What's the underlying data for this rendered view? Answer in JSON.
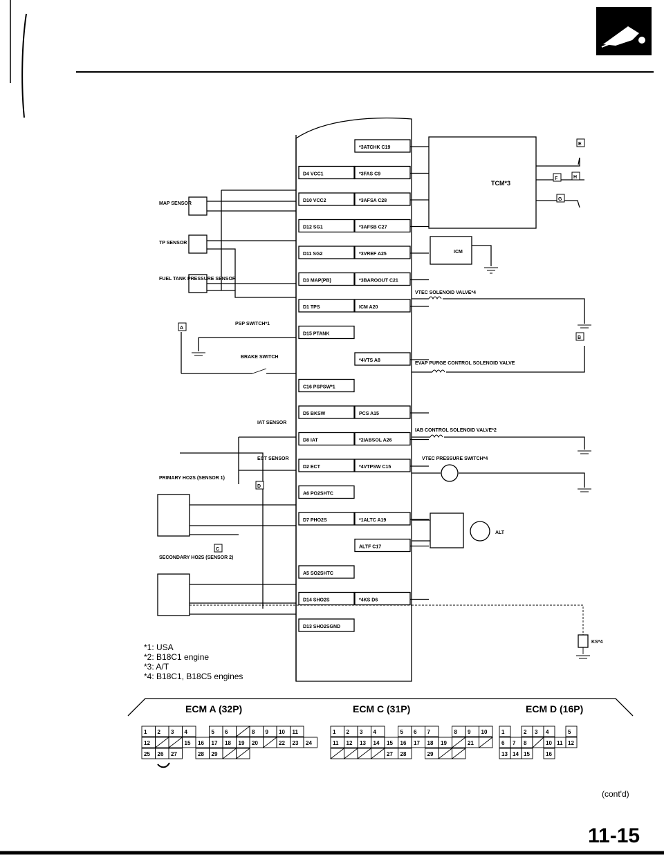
{
  "ecm_pins": [
    {
      "id": "atchk",
      "label": "*3ATCHK C19",
      "row": 0,
      "side": "right"
    },
    {
      "id": "d4",
      "label": "D4 VCC1",
      "row": 1,
      "side": "left"
    },
    {
      "id": "fas",
      "label": "*3FAS C9",
      "row": 1,
      "side": "right"
    },
    {
      "id": "d10",
      "label": "D10 VCC2",
      "row": 2,
      "side": "left"
    },
    {
      "id": "afsa",
      "label": "*3AFSA C28",
      "row": 2,
      "side": "right"
    },
    {
      "id": "d12",
      "label": "D12 SG1",
      "row": 3,
      "side": "left"
    },
    {
      "id": "afsb",
      "label": "*3AFSB C27",
      "row": 3,
      "side": "right"
    },
    {
      "id": "d11",
      "label": "D11 SG2",
      "row": 4,
      "side": "left"
    },
    {
      "id": "vref",
      "label": "*3VREF A25",
      "row": 4,
      "side": "right"
    },
    {
      "id": "d3",
      "label": "D3 MAP(PB)",
      "row": 5,
      "side": "left"
    },
    {
      "id": "baro",
      "label": "*3BAROOUT C21",
      "row": 5,
      "side": "right"
    },
    {
      "id": "d1",
      "label": "D1 TPS",
      "row": 6,
      "side": "left"
    },
    {
      "id": "icm",
      "label": "ICM A20",
      "row": 6,
      "side": "right"
    },
    {
      "id": "d15",
      "label": "D15 PTANK",
      "row": 7,
      "side": "left"
    },
    {
      "id": "vts",
      "label": "*4VTS A8",
      "row": 8,
      "side": "right"
    },
    {
      "id": "c16",
      "label": "C16 PSPSW*1",
      "row": 9,
      "side": "left"
    },
    {
      "id": "d5",
      "label": "D5 BKSW",
      "row": 10,
      "side": "left"
    },
    {
      "id": "pcs",
      "label": "PCS A15",
      "row": 10,
      "side": "right"
    },
    {
      "id": "d8",
      "label": "D8 IAT",
      "row": 11,
      "side": "left"
    },
    {
      "id": "iabsol",
      "label": "*2IABSOL A26",
      "row": 11,
      "side": "right"
    },
    {
      "id": "d2",
      "label": "D2 ECT",
      "row": 12,
      "side": "left"
    },
    {
      "id": "vtpsw",
      "label": "*4VTPSW C15",
      "row": 12,
      "side": "right"
    },
    {
      "id": "a6",
      "label": "A6 PO2SHTC",
      "row": 13,
      "side": "left"
    },
    {
      "id": "d7",
      "label": "D7 PHO2S",
      "row": 14,
      "side": "left"
    },
    {
      "id": "altc",
      "label": "*1ALTC A19",
      "row": 14,
      "side": "right"
    },
    {
      "id": "altf",
      "label": "ALTF C17",
      "row": 15,
      "side": "right"
    },
    {
      "id": "a5",
      "label": "A5 SO2SHTC",
      "row": 16,
      "side": "left"
    },
    {
      "id": "d14",
      "label": "D14 SHO2S",
      "row": 17,
      "side": "left"
    },
    {
      "id": "ks",
      "label": "*4KS D6",
      "row": 17,
      "side": "right"
    },
    {
      "id": "d13",
      "label": "D13 SHO2SGND",
      "row": 18,
      "side": "left"
    }
  ],
  "components": {
    "map_sensor": "MAP SENSOR",
    "tp_sensor": "TP SENSOR",
    "fuel_tank_sensor": "FUEL TANK PRESSURE SENSOR",
    "psp_switch": "PSP SWITCH*1",
    "brake_switch": "BRAKE SWITCH",
    "iat_sensor": "IAT SENSOR",
    "ect_sensor": "ECT SENSOR",
    "primary_ho2s": "PRIMARY HO2S (SENSOR 1)",
    "secondary_ho2s": "SECONDARY HO2S (SENSOR 2)",
    "tcm": "TCM*3",
    "icm": "ICM",
    "vtec_solenoid": "VTEC SOLENOID VALVE*4",
    "evap_solenoid": "EVAP PURGE CONTROL SOLENOID VALVE",
    "iab_solenoid": "IAB CONTROL SOLENOID VALVE*2",
    "vtec_pressure_switch": "VTEC PRESSURE SWITCH*4",
    "alt": "ALT",
    "ks": "KS*4"
  },
  "tags": {
    "E": "E",
    "F": "F",
    "G": "G",
    "H": "H",
    "A": "A",
    "B": "B",
    "C": "C",
    "D": "D"
  },
  "footnotes": [
    "*1: USA",
    "*2: B18C1 engine",
    "*3: A/T",
    "*4: B18C1, B18C5 engines"
  ],
  "connectors": [
    {
      "id": "a",
      "title": "ECM A (32P)",
      "rows": [
        [
          "1",
          "2",
          "3",
          "4",
          "",
          "5",
          "6",
          "/",
          "8",
          "9",
          "10",
          "11"
        ],
        [
          "12",
          "/",
          "/",
          "15",
          "16",
          "17",
          "18",
          "19",
          "20",
          "/",
          "22",
          "23",
          "24"
        ],
        [
          "25",
          "26",
          "27",
          "",
          "28",
          "29",
          "/",
          "/"
        ]
      ]
    },
    {
      "id": "c",
      "title": "ECM C (31P)",
      "rows": [
        [
          "1",
          "2",
          "3",
          "4",
          "",
          "5",
          "6",
          "7",
          "",
          "8",
          "9",
          "10"
        ],
        [
          "11",
          "12",
          "13",
          "14",
          "15",
          "16",
          "17",
          "18",
          "19",
          "/",
          "21",
          "/"
        ],
        [
          "/",
          "/",
          "/",
          "/",
          "27",
          "28",
          "",
          "29",
          "/",
          "/"
        ]
      ]
    },
    {
      "id": "d",
      "title": "ECM D (16P)",
      "rows": [
        [
          "1",
          "",
          "2",
          "3",
          "4",
          "",
          "5"
        ],
        [
          "6",
          "7",
          "8",
          "/",
          "10",
          "11",
          "12"
        ],
        [
          "13",
          "14",
          "15",
          "",
          "16"
        ]
      ]
    }
  ],
  "footer": {
    "contd": "(cont'd)",
    "page": "11-15"
  }
}
